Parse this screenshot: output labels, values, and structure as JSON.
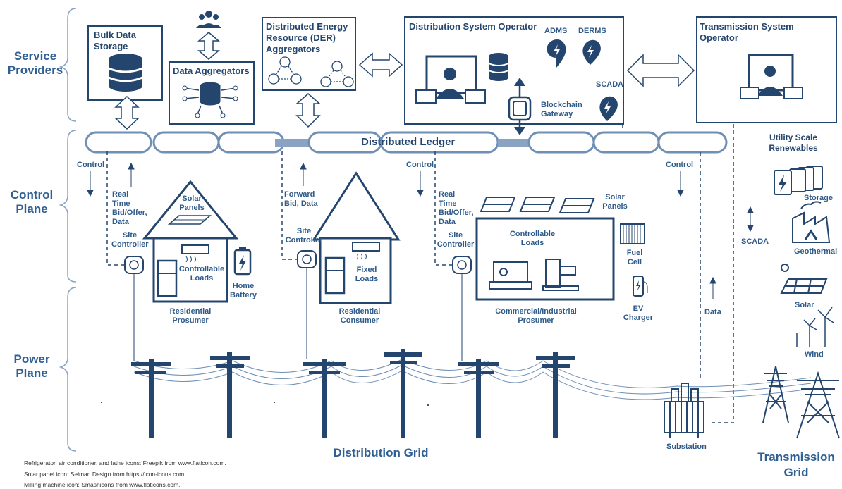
{
  "planes": {
    "service": "Service Providers",
    "control": "Control Plane",
    "power": "Power Plane"
  },
  "service_providers": {
    "bulk_storage": "Bulk Data Storage",
    "data_aggregators": "Data  Aggregators",
    "der_aggregators": "Distributed Energy Resource (DER) Aggregators",
    "dso": "Distribution System Operator",
    "adms": "ADMS",
    "derms": "DERMS",
    "scada": "SCADA",
    "blockchain_gateway": "Blockchain Gateway",
    "tso": "Transmission System Operator"
  },
  "ledger": "Distributed Ledger",
  "flows": {
    "control_1": "Control",
    "control_2": "Control",
    "control_3": "Control",
    "realtime_1": "Real Time Bid/Offer, Data",
    "forward_bid": "Forward Bid, Data",
    "realtime_2": "Real Time Bid/Offer, Data",
    "scada": "SCADA",
    "data": "Data"
  },
  "residential_prosumer": {
    "solar_panels": "Solar Panels",
    "site_controller": "Site Controller",
    "controllable_loads": "Controllable Loads",
    "home_battery": "Home Battery",
    "name": "Residential Prosumer"
  },
  "residential_consumer": {
    "site_controller": "Site Controller",
    "fixed_loads": "Fixed Loads",
    "name": "Residential Consumer"
  },
  "commercial": {
    "solar_panels": "Solar Panels",
    "site_controller": "Site Controller",
    "controllable_loads": "Controllable Loads",
    "fuel_cell": "Fuel Cell",
    "ev_charger": "EV Charger",
    "name": "Commercial/Industrial Prosumer"
  },
  "utility": {
    "title": "Utility  Scale Renewables",
    "storage": "Storage",
    "geothermal": "Geothermal",
    "solar": "Solar",
    "wind": "Wind"
  },
  "grid": {
    "distribution": "Distribution Grid",
    "substation": "Substation",
    "transmission": "Transmission Grid"
  },
  "credits": [
    "Refrigerator, air conditioner, and lathe icons: Freepik  from www.flaticon.com.",
    "Solar panel icon: Selman Design  from https://icon-icons.com.",
    "Milling machine icon: Smashicons from www.flaticons.com."
  ],
  "colors": {
    "primary": "#24466e",
    "ledger_fill": "#b8c7d9",
    "ledger_stroke": "#6f8fb5",
    "label": "#2e5a8a"
  }
}
